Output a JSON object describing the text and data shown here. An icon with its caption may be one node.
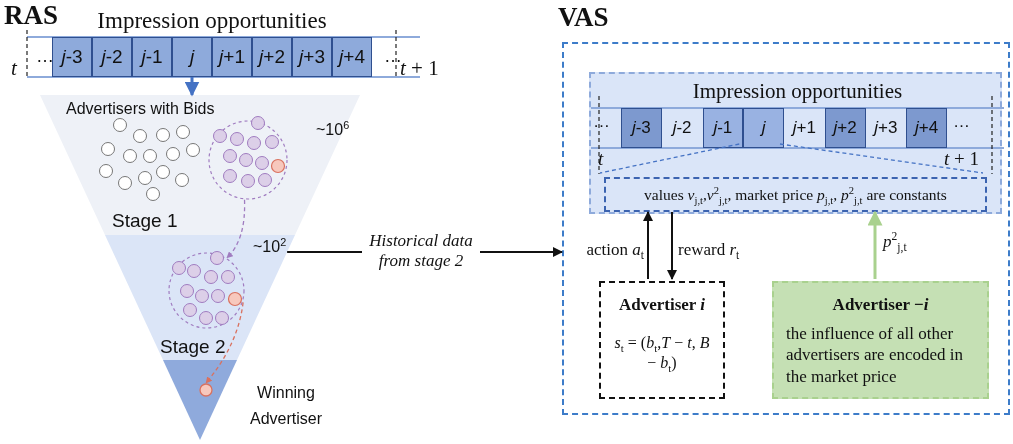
{
  "diagram": {
    "nodes": [
      {
        "text": [
          "Impression opportunities"
        ]
      },
      {
        "text": [
          "*j*-3"
        ],
        "in": 0
      },
      {
        "text": [
          "*j*-2"
        ],
        "in": 0
      },
      {
        "text": [
          "*j*-1"
        ],
        "in": 0
      },
      {
        "text": [
          "j"
        ],
        "in": 0
      },
      {
        "text": [
          "*j*+1"
        ],
        "in": 0
      },
      {
        "text": [
          "*j*+2"
        ],
        "in": 0
      },
      {
        "text": [
          "*j*+3"
        ],
        "in": 0
      },
      {
        "text": [
          "*j*+4"
        ],
        "in": 0
      },
      {
        "text": [
          "Advertisers with Bids",
          "Stage 1"
        ],
        "beside": [
          "~10$^{6}$"
        ]
      },
      {
        "text": [],
        "shape": "circle",
        "in": 9
      },
      {
        "text": [
          "Stage 2"
        ],
        "beside": [
          "~10$^{2}$"
        ]
      },
      {
        "text": [],
        "shape": "circle",
        "in": 11
      },
      {
        "text": [],
        "shape": "triangle",
        "beside": [
          "Winning Advertiser"
        ]
      },
      {
        "text": [],
        "shape": "circle",
        "in": 13
      },
      {
        "text": [
          "VAS"
        ]
      },
      {
        "text": [
          "Impression opportunities"
        ],
        "in": 15
      },
      {
        "text": [
          "*j*-3"
        ],
        "in": 16
      },
      {
        "text": [
          "*j*-2"
        ],
        "in": 16
      },
      {
        "text": [
          "*j*-1"
        ],
        "in": 16
      },
      {
        "text": [
          "j"
        ],
        "in": 16
      },
      {
        "text": [
          "*j*+1"
        ],
        "in": 16
      },
      {
        "text": [
          "*j*+2"
        ],
        "in": 16
      },
      {
        "text": [
          "*j*+3"
        ],
        "in": 16
      },
      {
        "text": [
          "*j*+4"
        ],
        "in": 16
      },
      {
        "text": [
          "values *v*$_{j,t}$,*v*$^{2}$$_{j,t}$, market price *p*$_{j,t}$, *p*$^{2}$$_{j,t}$ are constants"
        ],
        "in": 16
      },
      {
        "text": [
          "Advertiser *i*",
          "*s*$_{t}$ = (*b*$_{t}$,*T* − *t*, *B* − *b*$_{t}$)"
        ],
        "in": 15
      },
      {
        "text": [
          "Advertiser −*i*",
          "the influence of all other advertisers are encoded in the market price"
        ],
        "in": 15
      }
    ],
    "edges": [
      {
        "from": 4,
        "to": 9,
        "arrow": "to",
        "color": "#4472c4"
      },
      {
        "from": 10,
        "to": 12,
        "arrow": "to",
        "style": "dashed",
        "color": "#a07cc0"
      },
      {
        "from": 12,
        "to": 14,
        "arrow": "to",
        "style": "dashed",
        "color": "#d9715f"
      },
      {
        "from": 11,
        "to": 15,
        "arrow": "to",
        "label": "Historical data from stage 2",
        "color": "#111111"
      },
      {
        "from": 20,
        "to": 25,
        "arrow": "none",
        "style": "dashed",
        "color": "#4472c4"
      },
      {
        "from": 20,
        "to": 25,
        "arrow": "none",
        "style": "dashed",
        "color": "#4472c4"
      },
      {
        "from": 26,
        "to": 16,
        "arrow": "to",
        "label": "action *a*$_{t}$",
        "color": "#111111"
      },
      {
        "from": 16,
        "to": 26,
        "arrow": "to",
        "label": "reward *r*$_{t}$",
        "color": "#111111"
      },
      {
        "from": 27,
        "to": 16,
        "arrow": "to",
        "label": "*p*$^{2}$$_{j,t}$",
        "color": "#a9d18e"
      }
    ],
    "labels": [
      "RAS",
      "…",
      "…",
      "t",
      "*t* + 1",
      "…",
      "…",
      "t",
      "*t* + 1"
    ]
  }
}
